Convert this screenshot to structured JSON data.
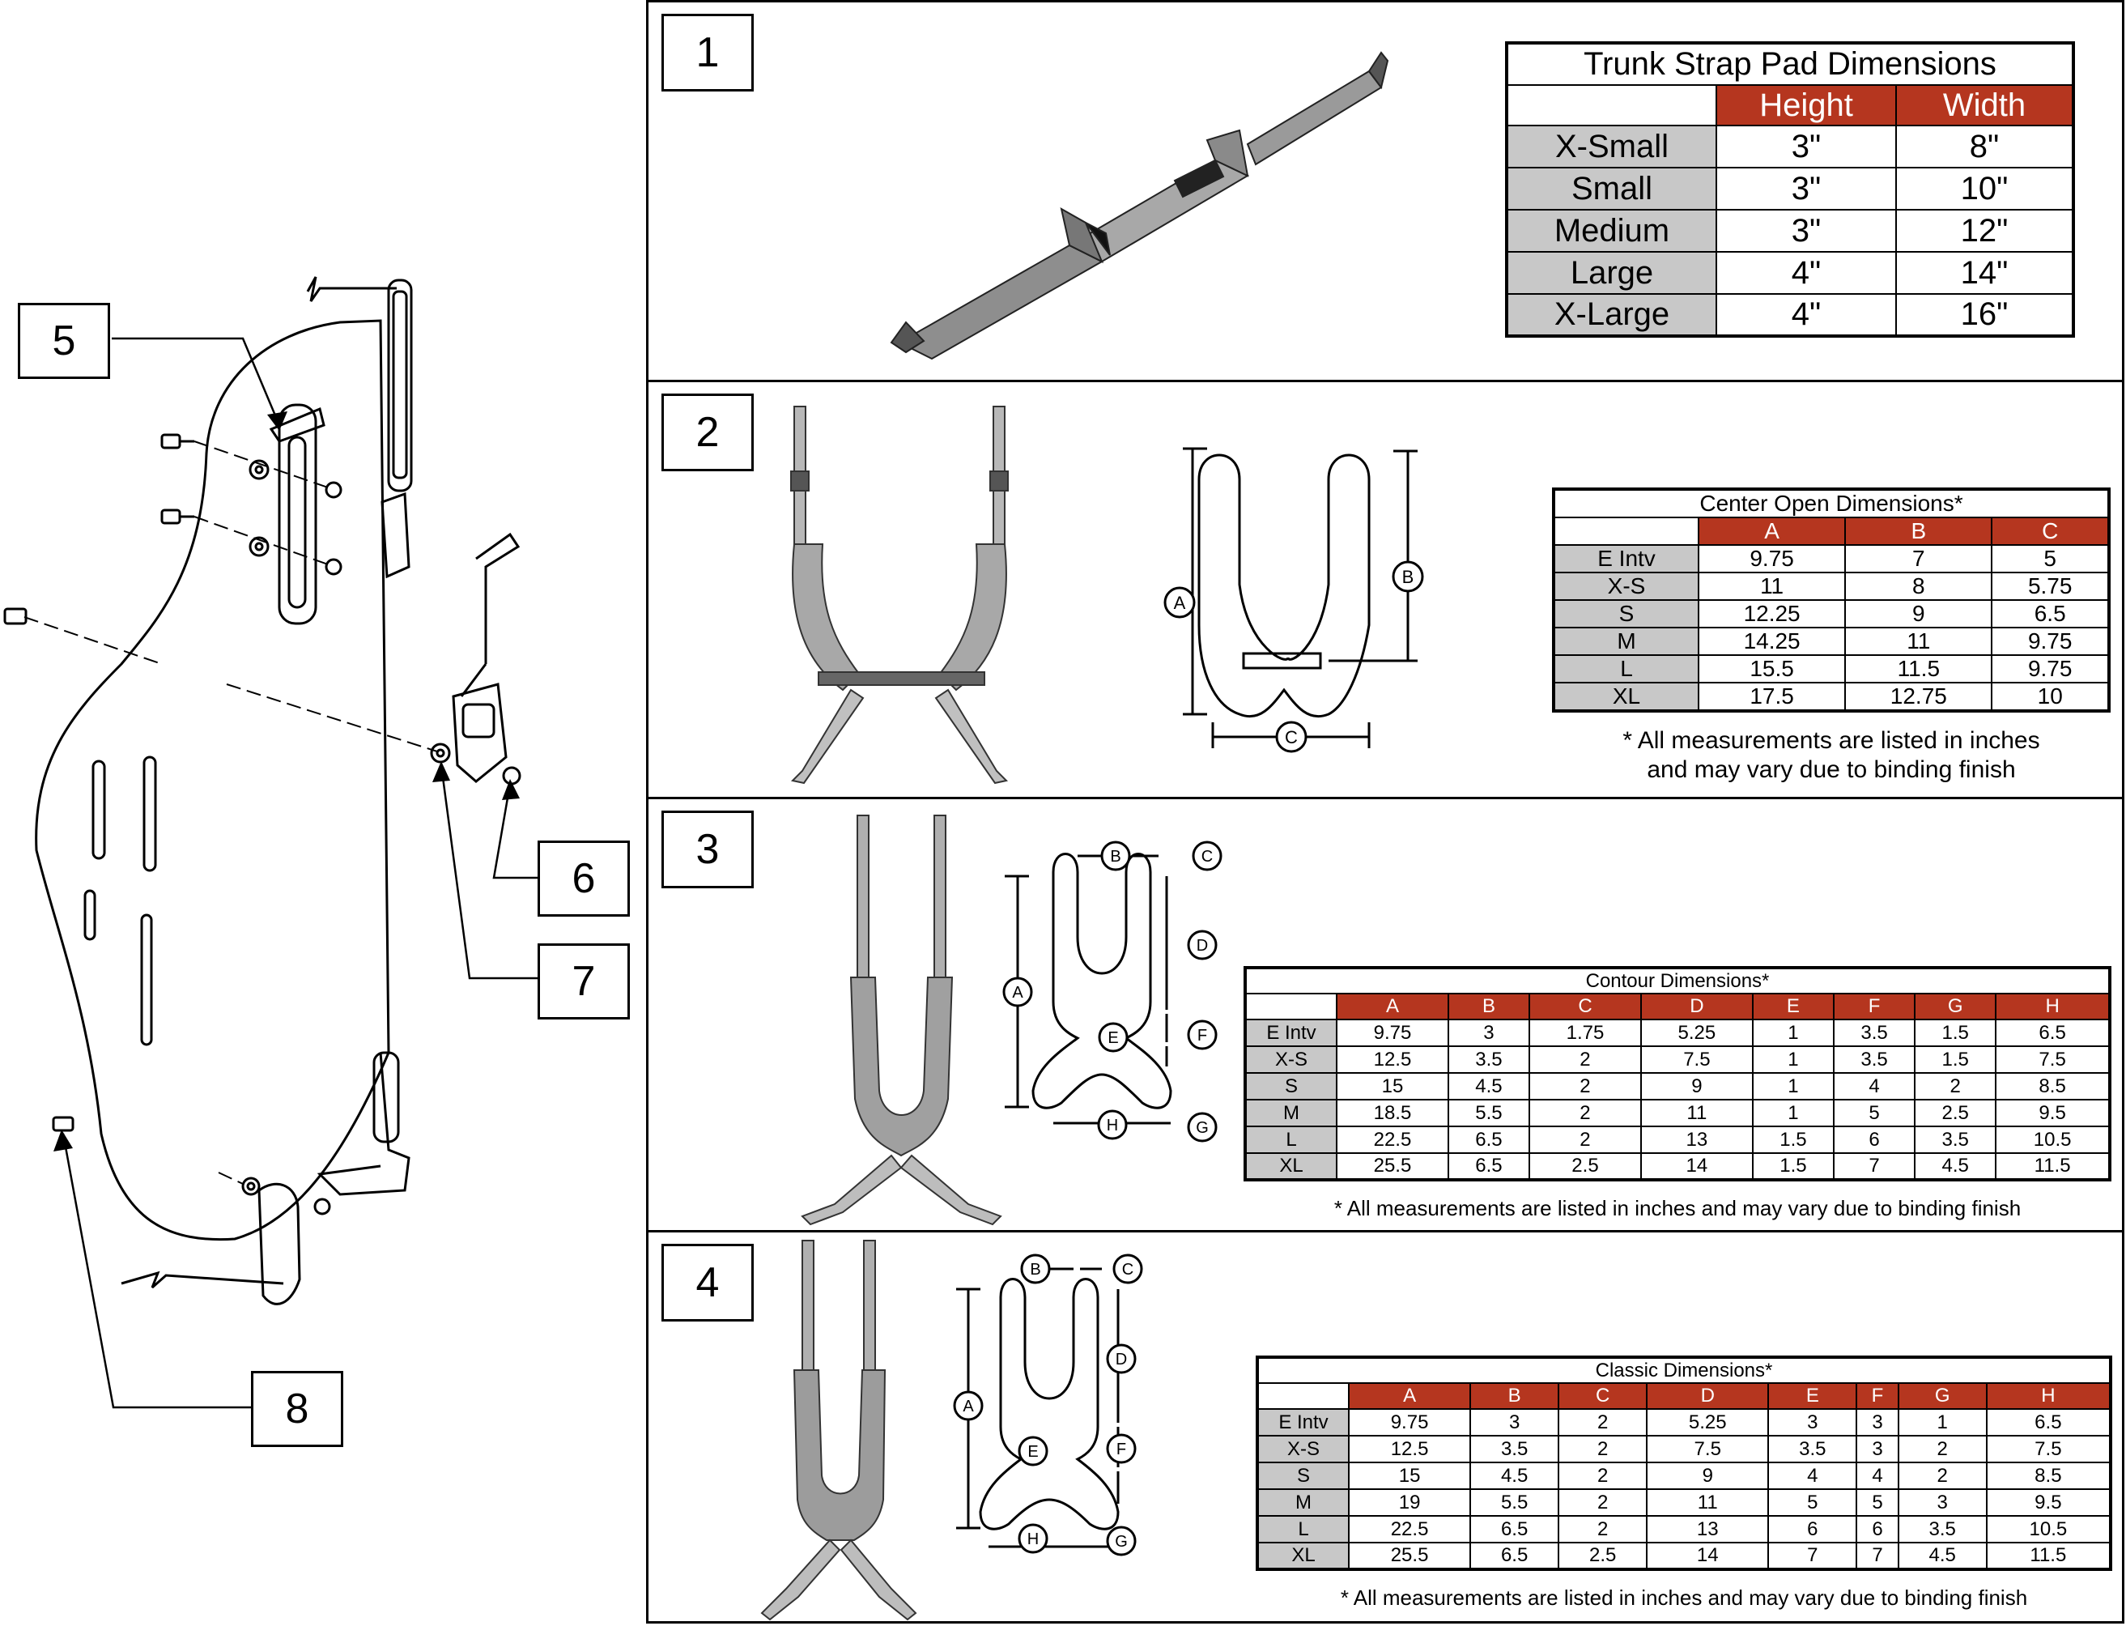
{
  "callouts": {
    "n5": "5",
    "n6": "6",
    "n7": "7",
    "n8": "8"
  },
  "panels": {
    "p1": {
      "number": "1"
    },
    "p2": {
      "number": "2"
    },
    "p3": {
      "number": "3"
    },
    "p4": {
      "number": "4"
    }
  },
  "trunk_table": {
    "title": "Trunk Strap Pad Dimensions",
    "headers": [
      "Height",
      "Width"
    ],
    "rows": [
      [
        "X-Small",
        "3\"",
        "8\""
      ],
      [
        "Small",
        "3\"",
        "10\""
      ],
      [
        "Medium",
        "3\"",
        "12\""
      ],
      [
        "Large",
        "4\"",
        "14\""
      ],
      [
        "X-Large",
        "4\"",
        "16\""
      ]
    ]
  },
  "center_open_table": {
    "title": "Center Open Dimensions*",
    "headers": [
      "A",
      "B",
      "C"
    ],
    "rows": [
      [
        "E Intv",
        "9.75",
        "7",
        "5"
      ],
      [
        "X-S",
        "11",
        "8",
        "5.75"
      ],
      [
        "S",
        "12.25",
        "9",
        "6.5"
      ],
      [
        "M",
        "14.25",
        "11",
        "9.75"
      ],
      [
        "L",
        "15.5",
        "11.5",
        "9.75"
      ],
      [
        "XL",
        "17.5",
        "12.75",
        "10"
      ]
    ],
    "note_line1": "* All measurements are listed in inches",
    "note_line2": "and may vary due to binding finish"
  },
  "contour_table": {
    "title": "Contour Dimensions*",
    "headers": [
      "A",
      "B",
      "C",
      "D",
      "E",
      "F",
      "G",
      "H"
    ],
    "rows": [
      [
        "E Intv",
        "9.75",
        "3",
        "1.75",
        "5.25",
        "1",
        "3.5",
        "1.5",
        "6.5"
      ],
      [
        "X-S",
        "12.5",
        "3.5",
        "2",
        "7.5",
        "1",
        "3.5",
        "1.5",
        "7.5"
      ],
      [
        "S",
        "15",
        "4.5",
        "2",
        "9",
        "1",
        "4",
        "2",
        "8.5"
      ],
      [
        "M",
        "18.5",
        "5.5",
        "2",
        "11",
        "1",
        "5",
        "2.5",
        "9.5"
      ],
      [
        "L",
        "22.5",
        "6.5",
        "2",
        "13",
        "1.5",
        "6",
        "3.5",
        "10.5"
      ],
      [
        "XL",
        "25.5",
        "6.5",
        "2.5",
        "14",
        "1.5",
        "7",
        "4.5",
        "11.5"
      ]
    ],
    "note": "* All measurements are listed in inches and may vary due to binding finish"
  },
  "classic_table": {
    "title": "Classic Dimensions*",
    "headers": [
      "A",
      "B",
      "C",
      "D",
      "E",
      "F",
      "G",
      "H"
    ],
    "rows": [
      [
        "E Intv",
        "9.75",
        "3",
        "2",
        "5.25",
        "3",
        "3",
        "1",
        "6.5"
      ],
      [
        "X-S",
        "12.5",
        "3.5",
        "2",
        "7.5",
        "3.5",
        "3",
        "2",
        "7.5"
      ],
      [
        "S",
        "15",
        "4.5",
        "2",
        "9",
        "4",
        "4",
        "2",
        "8.5"
      ],
      [
        "M",
        "19",
        "5.5",
        "2",
        "11",
        "5",
        "5",
        "3",
        "9.5"
      ],
      [
        "L",
        "22.5",
        "6.5",
        "2",
        "13",
        "6",
        "6",
        "3.5",
        "10.5"
      ],
      [
        "XL",
        "25.5",
        "6.5",
        "2.5",
        "14",
        "7",
        "7",
        "4.5",
        "11.5"
      ]
    ],
    "note": "* All measurements are listed in inches and may vary due to binding finish"
  },
  "dimension_labels": {
    "p2": [
      "A",
      "B",
      "C"
    ],
    "p3": [
      "A",
      "B",
      "C",
      "D",
      "E",
      "F",
      "G",
      "H"
    ],
    "p4": [
      "A",
      "B",
      "C",
      "D",
      "E",
      "F",
      "G",
      "H"
    ]
  },
  "colors": {
    "header_red": "#b5361f",
    "row_label_gray": "#c8c8c8"
  }
}
